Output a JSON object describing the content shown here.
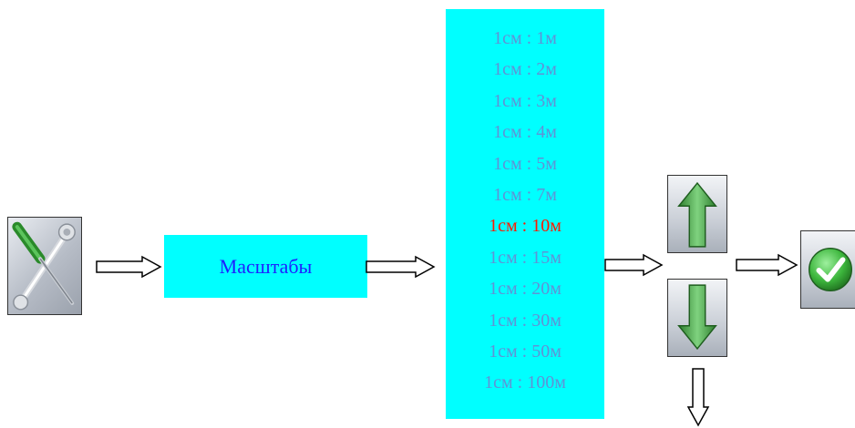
{
  "settings_label": "Масштабы",
  "scales": {
    "items": [
      "1см : 1м",
      "1см : 2м",
      "1см : 3м",
      "1см : 4м",
      "1см : 5м",
      "1см : 7м",
      "1см : 10м",
      "1см : 15м",
      "1см : 20м",
      "1см : 30м",
      "1см : 50м",
      "1см : 100м"
    ],
    "selected_index": 6
  },
  "icons": {
    "tools": "screwdriver-wrench-icon",
    "up": "arrow-up-icon",
    "down": "arrow-down-icon",
    "confirm": "checkmark-icon"
  },
  "colors": {
    "box_fill": "#00ffff",
    "label_text": "#1f1fff",
    "scale_text": "#5f93d6",
    "selected_text": "#ff1a00",
    "arrow_green": "#3c9e3c",
    "check_green": "#2fa82f"
  }
}
